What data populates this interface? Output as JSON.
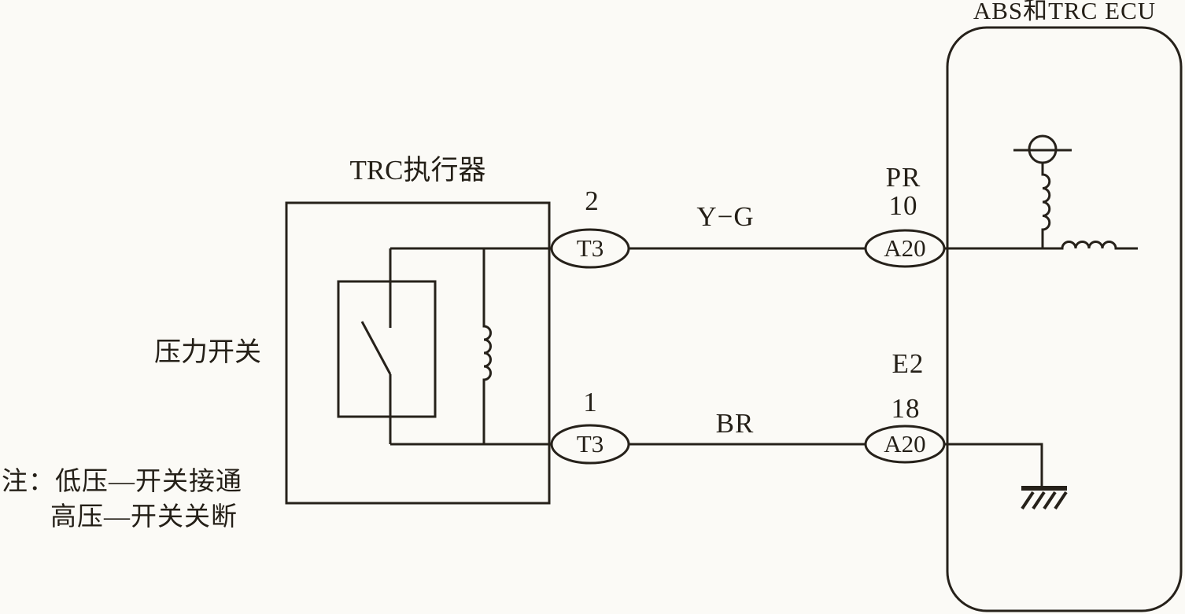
{
  "colors": {
    "background": "#fbfaf6",
    "line": "#26211a"
  },
  "ecu": {
    "title": "ABS和TRC ECU"
  },
  "actuator": {
    "title": "TRC执行器",
    "side_label": "压力开关"
  },
  "note": {
    "line1": "注：低压—开关接通",
    "line2": "高压—开关关断"
  },
  "top_connection": {
    "pin": "2",
    "connector": "T3",
    "wire_label": "Y−G",
    "ecu_terminal": "PR",
    "ecu_pin": "10",
    "ecu_connector": "A20"
  },
  "bottom_connection": {
    "pin": "1",
    "connector": "T3",
    "wire_label": "BR",
    "ecu_terminal": "E2",
    "ecu_pin": "18",
    "ecu_connector": "A20"
  }
}
